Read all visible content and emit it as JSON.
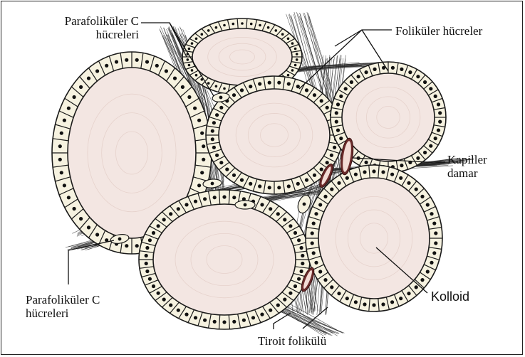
{
  "labels": {
    "parafollicular_top": [
      "Parafoliküler C",
      "hücreleri"
    ],
    "follicular_cells": "Foliküler hücreler",
    "capillary": [
      "Kapiller",
      "damar"
    ],
    "parafollicular_bottom": [
      "Parafoliküler C",
      "hücreleri"
    ],
    "colloid": "Kolloid",
    "thyroid_follicle": "Tiroit folikülü"
  },
  "colors": {
    "colloid": "#f3e6e2",
    "cell_fill": "#f6f2e0",
    "outline": "#1a1a1a",
    "capillary_outer": "#6b2b2b",
    "capillary_inner": "#f3dcd6",
    "connective": "#2a2a2a",
    "frame": "#222222"
  }
}
